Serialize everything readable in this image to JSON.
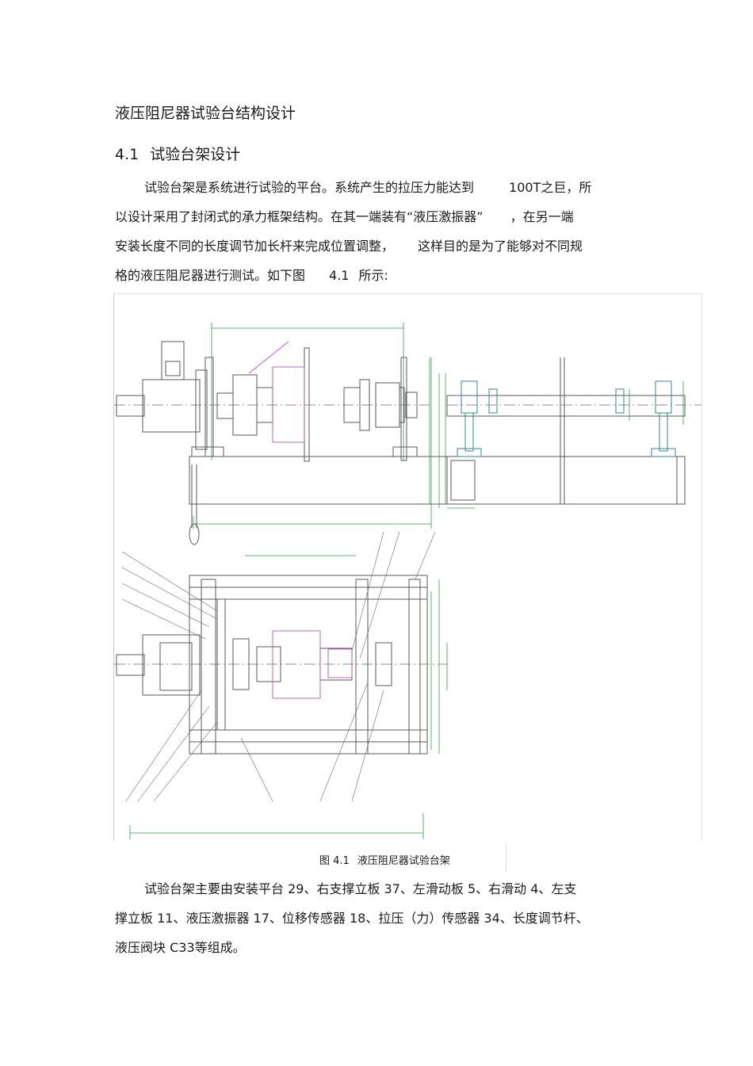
{
  "doc": {
    "title": "液压阻尼器试验台结构设计",
    "section_number": "4.1",
    "section_title": "试验台架设计",
    "para1": {
      "l1a": "试验台架是系统进行试验的平台。系统产生的拉压力能达到",
      "l1b": "100T之巨，所",
      "l2a": "以设计采用了封闭式的承力框架结构。在其一端装有“液压激振器”",
      "l2b": "，在另一端",
      "l3a": "安装长度不同的长度调节加长杆来完成位置调整，",
      "l3b": "这样目的是为了能够对不同规",
      "l4a": "格的液压阻尼器进行测试。如下图",
      "l4b": "4.1",
      "l4c": "所示:"
    },
    "figure": {
      "caption_num": "图 4.1",
      "caption_text": "液压阻尼器试验台架"
    },
    "para2": {
      "l1": "试验台架主要由安装平台 29、右支撑立板 37、左滑动板 5、右滑动 4、左支",
      "l2": "撑立板 11、液压激振器 17、位移传感器 18、拉压（力）传感器 34、长度调节杆、",
      "l3": "液压阀块 C33等组成。"
    }
  }
}
